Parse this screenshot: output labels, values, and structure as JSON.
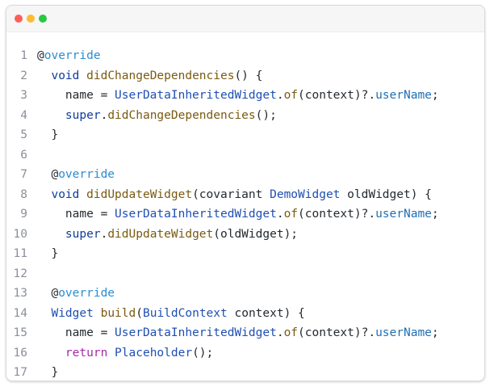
{
  "colors": {
    "dot_red": "#ff5f57",
    "dot_yellow": "#febc2e",
    "dot_green": "#28c840",
    "keyword": "#0f3d9c",
    "decorator": "#2a8dd1",
    "function": "#7a5a12",
    "class": "#1f4fb3",
    "method": "#1f6fb5",
    "control": "#a52aa8",
    "plain": "#24292f",
    "line_number": "#8a9099"
  },
  "code": {
    "lines": [
      {
        "num": "1",
        "tokens": [
          {
            "t": "@",
            "c": "plain"
          },
          {
            "t": "override",
            "c": "decorator"
          }
        ]
      },
      {
        "num": "2",
        "tokens": [
          {
            "t": "  "
          },
          {
            "t": "void",
            "c": "keyword"
          },
          {
            "t": " "
          },
          {
            "t": "didChangeDependencies",
            "c": "function"
          },
          {
            "t": "() {"
          }
        ]
      },
      {
        "num": "3",
        "tokens": [
          {
            "t": "    name = "
          },
          {
            "t": "UserDataInheritedWidget",
            "c": "class"
          },
          {
            "t": "."
          },
          {
            "t": "of",
            "c": "function"
          },
          {
            "t": "(context)?."
          },
          {
            "t": "userName",
            "c": "method"
          },
          {
            "t": ";"
          }
        ]
      },
      {
        "num": "4",
        "tokens": [
          {
            "t": "    "
          },
          {
            "t": "super",
            "c": "keyword"
          },
          {
            "t": "."
          },
          {
            "t": "didChangeDependencies",
            "c": "function"
          },
          {
            "t": "();"
          }
        ]
      },
      {
        "num": "5",
        "tokens": [
          {
            "t": "  }"
          }
        ]
      },
      {
        "num": "6",
        "tokens": []
      },
      {
        "num": "7",
        "tokens": [
          {
            "t": "  @"
          },
          {
            "t": "override",
            "c": "decorator"
          }
        ]
      },
      {
        "num": "8",
        "tokens": [
          {
            "t": "  "
          },
          {
            "t": "void",
            "c": "keyword"
          },
          {
            "t": " "
          },
          {
            "t": "didUpdateWidget",
            "c": "function"
          },
          {
            "t": "(covariant "
          },
          {
            "t": "DemoWidget",
            "c": "class"
          },
          {
            "t": " oldWidget) {"
          }
        ]
      },
      {
        "num": "9",
        "tokens": [
          {
            "t": "    name = "
          },
          {
            "t": "UserDataInheritedWidget",
            "c": "class"
          },
          {
            "t": "."
          },
          {
            "t": "of",
            "c": "function"
          },
          {
            "t": "(context)?."
          },
          {
            "t": "userName",
            "c": "method"
          },
          {
            "t": ";"
          }
        ]
      },
      {
        "num": "10",
        "tokens": [
          {
            "t": "    "
          },
          {
            "t": "super",
            "c": "keyword"
          },
          {
            "t": "."
          },
          {
            "t": "didUpdateWidget",
            "c": "function"
          },
          {
            "t": "(oldWidget);"
          }
        ]
      },
      {
        "num": "11",
        "tokens": [
          {
            "t": "  }"
          }
        ]
      },
      {
        "num": "12",
        "tokens": []
      },
      {
        "num": "13",
        "tokens": [
          {
            "t": "  @"
          },
          {
            "t": "override",
            "c": "decorator"
          }
        ]
      },
      {
        "num": "14",
        "tokens": [
          {
            "t": "  "
          },
          {
            "t": "Widget",
            "c": "class"
          },
          {
            "t": " "
          },
          {
            "t": "build",
            "c": "function"
          },
          {
            "t": "("
          },
          {
            "t": "BuildContext",
            "c": "class"
          },
          {
            "t": " context) {"
          }
        ]
      },
      {
        "num": "15",
        "tokens": [
          {
            "t": "    name = "
          },
          {
            "t": "UserDataInheritedWidget",
            "c": "class"
          },
          {
            "t": "."
          },
          {
            "t": "of",
            "c": "function"
          },
          {
            "t": "(context)?."
          },
          {
            "t": "userName",
            "c": "method"
          },
          {
            "t": ";"
          }
        ]
      },
      {
        "num": "16",
        "tokens": [
          {
            "t": "    "
          },
          {
            "t": "return",
            "c": "control"
          },
          {
            "t": " "
          },
          {
            "t": "Placeholder",
            "c": "class"
          },
          {
            "t": "();"
          }
        ]
      },
      {
        "num": "17",
        "tokens": [
          {
            "t": "  }"
          }
        ]
      }
    ]
  }
}
